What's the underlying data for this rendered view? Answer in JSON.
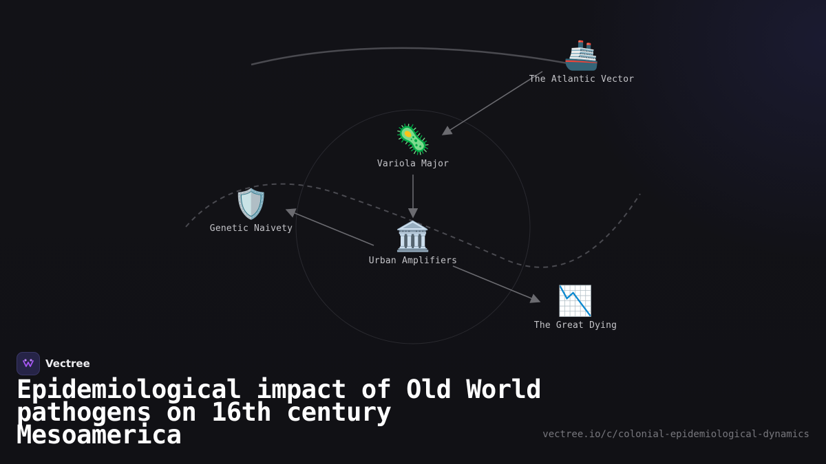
{
  "brand": {
    "name": "Vectree",
    "accent": "#a855f7"
  },
  "title": "Epidemiological impact of Old World pathogens on 16th century Mesoamerica",
  "url": "vectree.io/c/colonial-epidemiological-dynamics",
  "nodes": [
    {
      "id": "atlantic-vector",
      "icon": "🚢",
      "icon_name": "ship-icon",
      "label": "The Atlantic Vector"
    },
    {
      "id": "variola-major",
      "icon": "🦠",
      "icon_name": "microbe-icon",
      "label": "Variola Major"
    },
    {
      "id": "genetic-naivety",
      "icon": "🛡️",
      "icon_name": "shield-icon",
      "label": "Genetic Naivety"
    },
    {
      "id": "urban-amplifiers",
      "icon": "🏛️",
      "icon_name": "classical-building-icon",
      "label": "Urban Amplifiers"
    },
    {
      "id": "great-dying",
      "icon": "📉",
      "icon_name": "chart-decreasing-icon",
      "label": "The Great Dying"
    }
  ],
  "edges": [
    {
      "from": "atlantic-vector",
      "to": "variola-major"
    },
    {
      "from": "variola-major",
      "to": "urban-amplifiers"
    },
    {
      "from": "urban-amplifiers",
      "to": "genetic-naivety"
    },
    {
      "from": "urban-amplifiers",
      "to": "great-dying"
    }
  ],
  "colors": {
    "background": "#111116",
    "edge": "#6b6b70",
    "label": "#c4c4c8",
    "title": "#ffffff",
    "url": "#77777d"
  }
}
